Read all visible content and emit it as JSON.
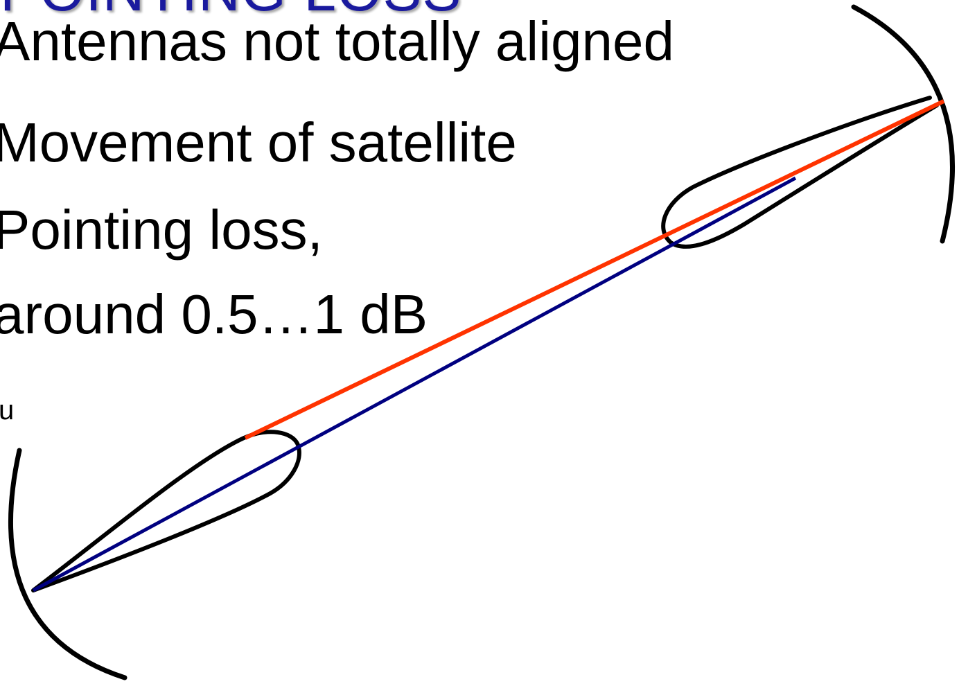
{
  "slide": {
    "title": "POINTING LOSS",
    "bullets": [
      "Antennas not totally aligned",
      "Movement of satellite",
      "Pointing loss,",
      "around 0.5…1 dB"
    ],
    "small_label": "u"
  },
  "colors": {
    "title": "#1a1a9e",
    "antenna_outline": "#000000",
    "ideal_axis_line": "#000080",
    "actual_pointing_line": "#ff3300"
  }
}
